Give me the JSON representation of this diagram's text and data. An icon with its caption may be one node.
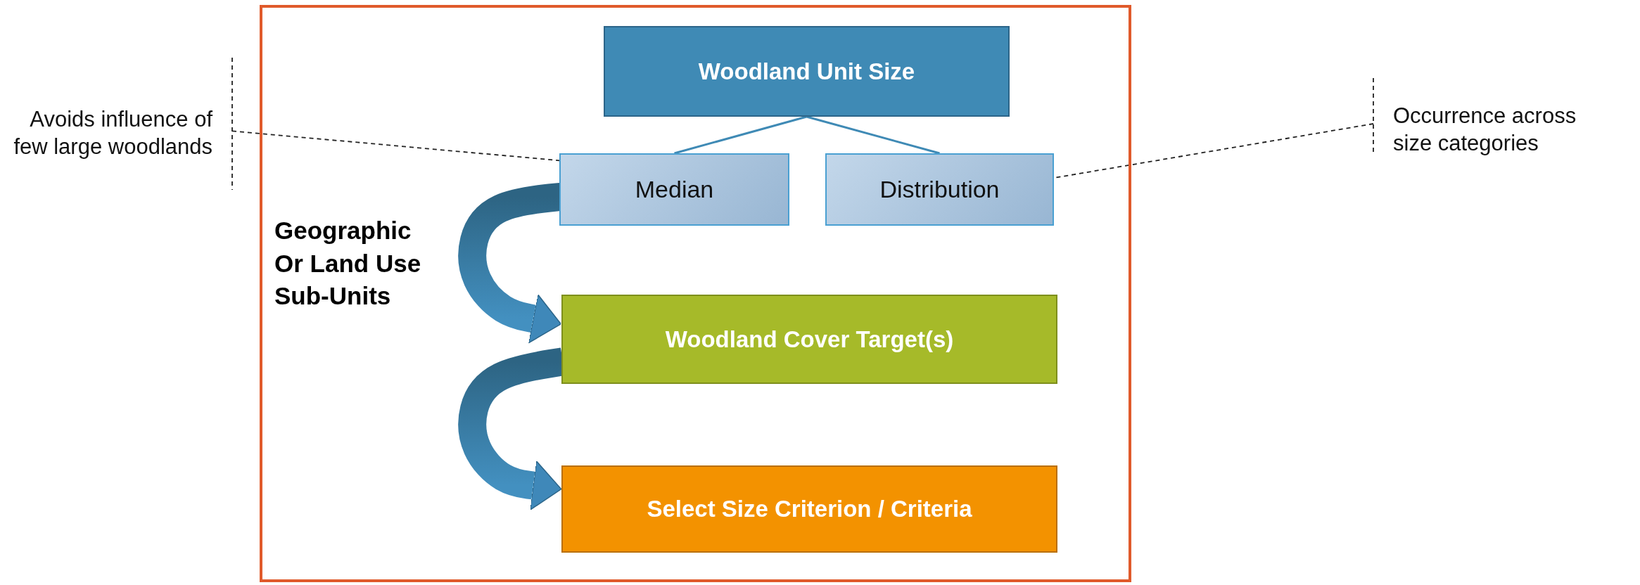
{
  "diagram": {
    "nodes": [
      {
        "text": [],
        "shape": "box"
      },
      {
        "text": [
          "Avoids influence of few large woodlands"
        ]
      },
      {
        "text": [
          "Woodland Unit Size"
        ],
        "in": 0
      },
      {
        "text": [
          "Median"
        ],
        "in": 0
      },
      {
        "text": [
          "Distribution"
        ],
        "in": 0
      },
      {
        "text": [
          "Occurrence across size categories"
        ]
      },
      {
        "text": [
          "Woodland Cover Target(s)"
        ],
        "in": 0
      },
      {
        "text": [
          "Select Size Criterion / Criteria"
        ],
        "in": 0
      }
    ],
    "edges": [
      {
        "from": 2,
        "to": 3,
        "arrow": "none"
      },
      {
        "from": 2,
        "to": 4,
        "arrow": "none"
      },
      {
        "from": 1,
        "to": 3,
        "arrow": "none",
        "style": "dashed",
        "color": "#222222"
      },
      {
        "from": 5,
        "to": 4,
        "arrow": "none",
        "style": "dashed",
        "color": "#222222"
      },
      {
        "from": 3,
        "to": 6,
        "arrow": "to",
        "style": "thick"
      },
      {
        "from": 6,
        "to": 7,
        "arrow": "to",
        "style": "thick"
      }
    ],
    "labels": [
      "Geographic Or Land Use Sub-Units"
    ]
  }
}
